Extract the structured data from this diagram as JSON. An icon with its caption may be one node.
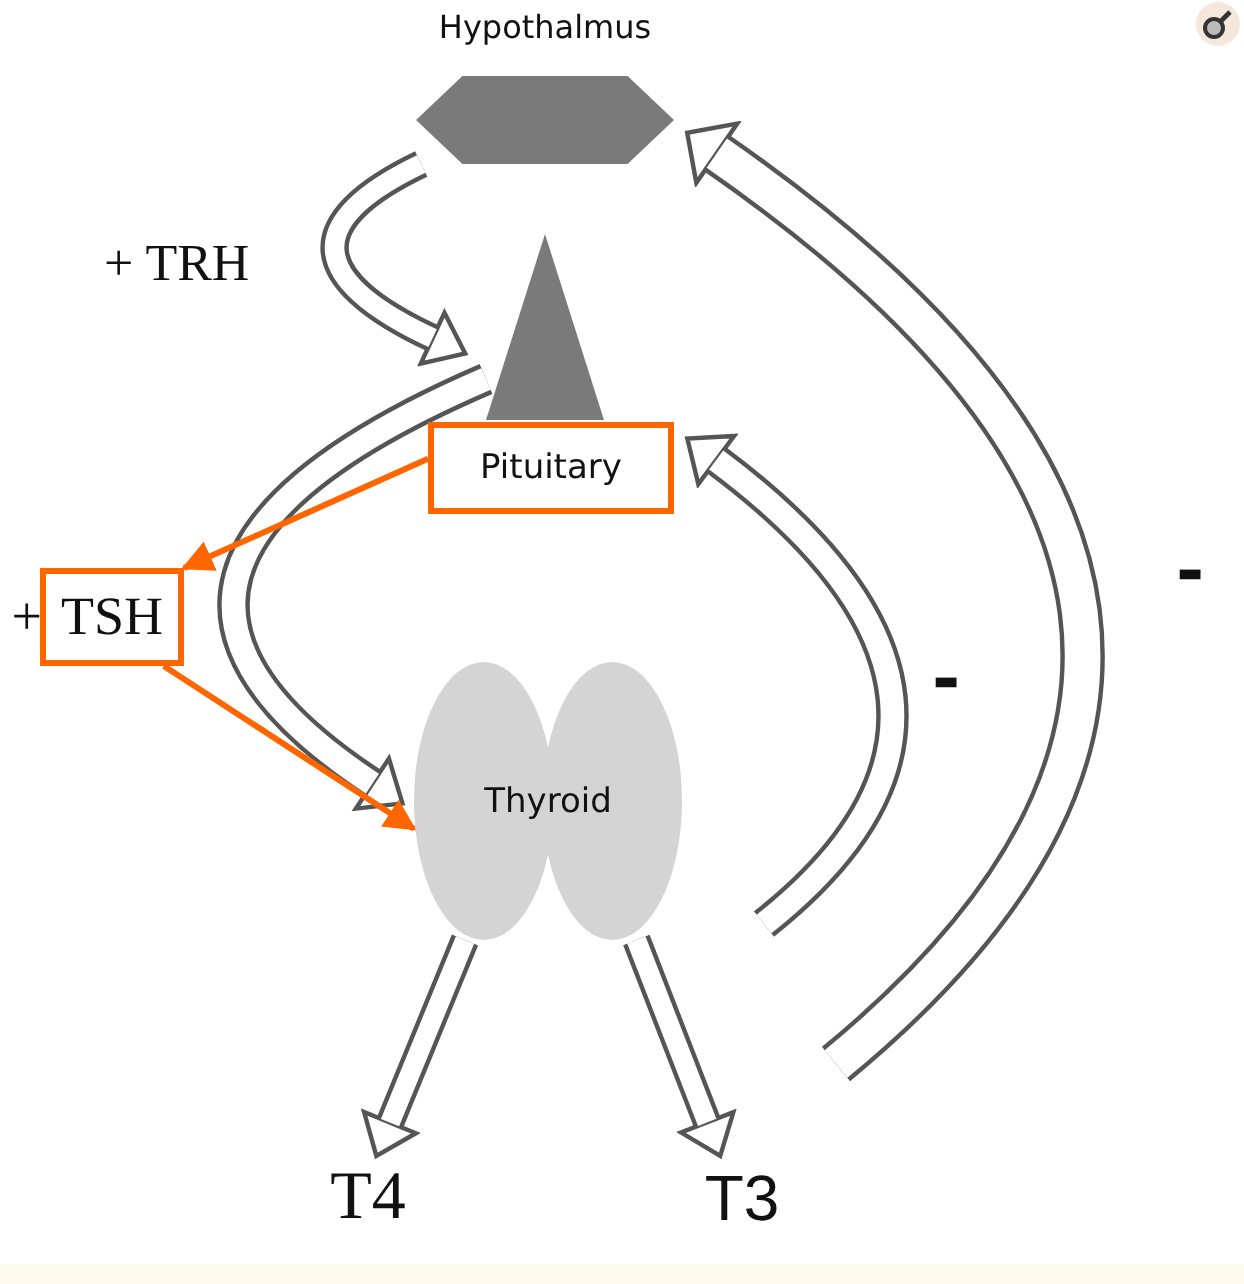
{
  "diagram": {
    "nodes": [
      {
        "text": [
          "Hypothalmus"
        ]
      },
      {
        "text": [],
        "shape": "triangle"
      },
      {
        "text": [
          "Pituitary"
        ]
      },
      {
        "text": [
          "TSH"
        ],
        "beside": [
          "+"
        ]
      },
      {
        "text": [
          "Thyroid"
        ]
      },
      {
        "text": [
          "T4"
        ]
      },
      {
        "text": [
          "T3"
        ]
      }
    ],
    "edges": [
      {
        "from": 0,
        "to": 1,
        "arrow": "to",
        "label": "+ TRH"
      },
      {
        "from": 1,
        "to": 4,
        "arrow": "to"
      },
      {
        "from": 2,
        "to": 3,
        "arrow": "to",
        "color": "#ff6600"
      },
      {
        "from": 3,
        "to": 4,
        "arrow": "to",
        "color": "#ff6600"
      },
      {
        "from": 4,
        "to": 5,
        "arrow": "to"
      },
      {
        "from": 4,
        "to": 6,
        "arrow": "to"
      },
      {
        "from": null,
        "to": 2,
        "arrow": "to",
        "label": "-"
      },
      {
        "from": null,
        "to": 0,
        "arrow": "to",
        "label": "-"
      }
    ]
  }
}
